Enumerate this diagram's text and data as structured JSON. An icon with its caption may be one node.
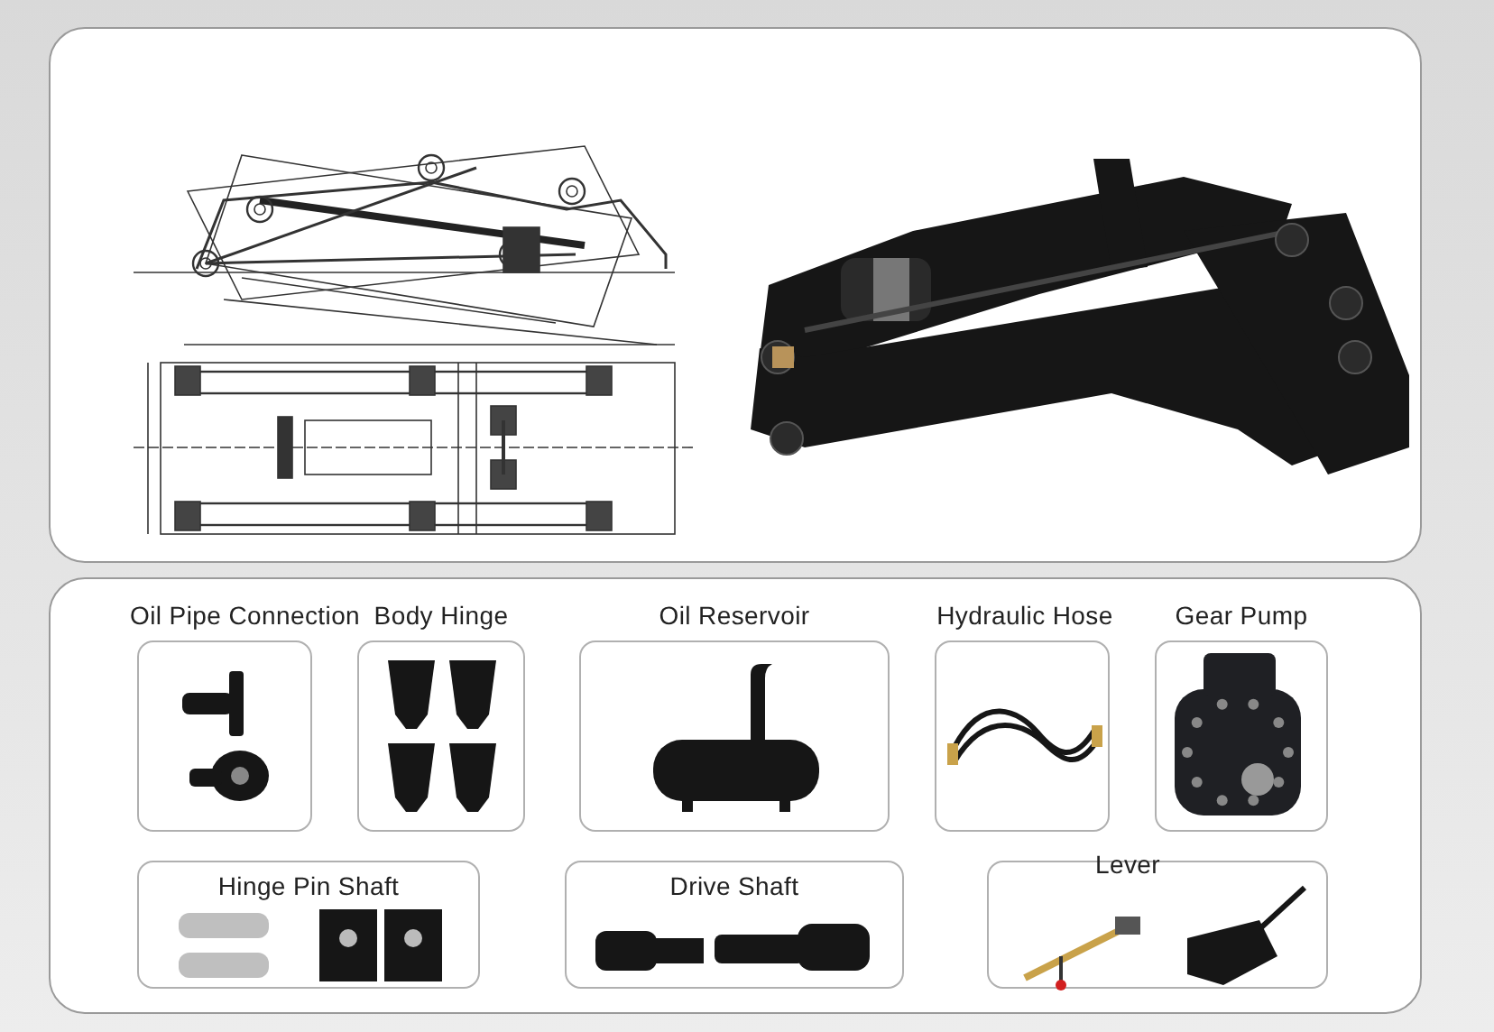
{
  "diagram": {
    "nodes": [
      {
        "text": [],
        "shape": "box"
      },
      {
        "text": [],
        "shape": "picture",
        "in": 0
      },
      {
        "text": [],
        "shape": "picture",
        "in": 0
      },
      {
        "text": [],
        "shape": "box"
      },
      {
        "text": [
          "Oil Pipe Connection"
        ],
        "in": 3
      },
      {
        "text": [
          "Body Hinge"
        ],
        "in": 3
      },
      {
        "text": [
          "Oil Reservoir"
        ],
        "in": 3
      },
      {
        "text": [
          "Hydraulic Hose"
        ],
        "in": 3
      },
      {
        "text": [
          "Gear Pump"
        ],
        "in": 3
      },
      {
        "text": [
          "Hinge Pin Shaft"
        ],
        "in": 3
      },
      {
        "text": [
          "Drive Shaft"
        ],
        "in": 3
      },
      {
        "text": [
          "Lever"
        ],
        "in": 3
      }
    ]
  }
}
